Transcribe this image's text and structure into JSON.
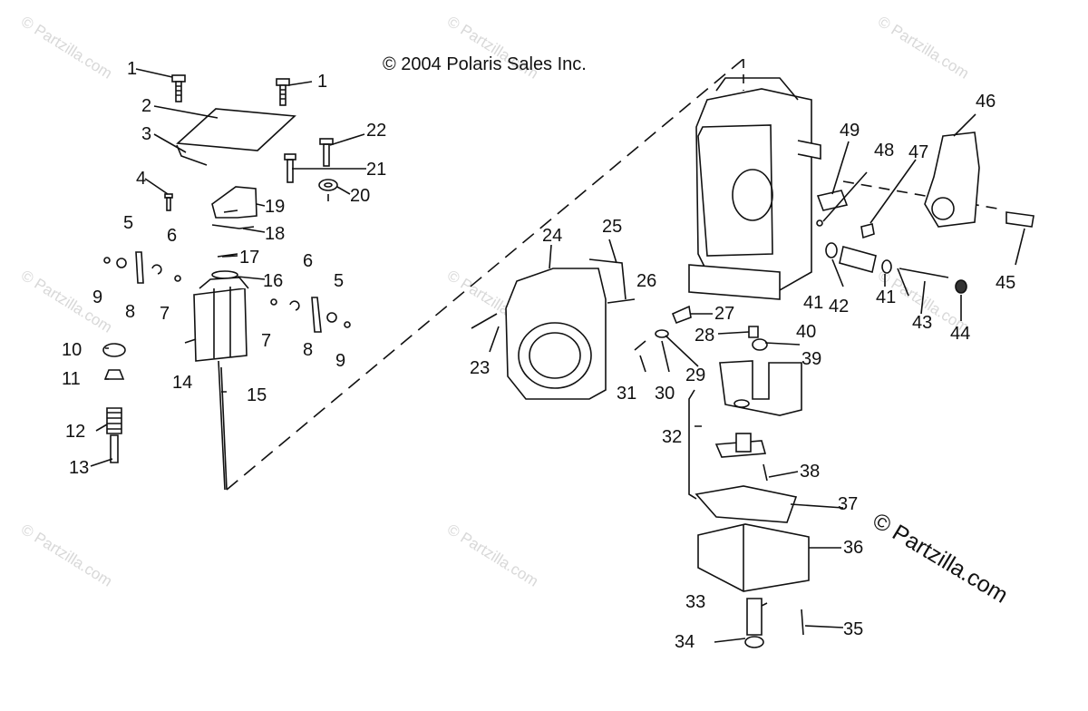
{
  "copyright": "© 2004 Polaris Sales Inc.",
  "brand": "© Partzilla.com",
  "watermark": "© Partzilla.com",
  "callouts": [
    "1",
    "1",
    "2",
    "3",
    "4",
    "5",
    "5",
    "6",
    "6",
    "7",
    "7",
    "8",
    "8",
    "9",
    "9",
    "10",
    "11",
    "12",
    "13",
    "14",
    "15",
    "16",
    "17",
    "18",
    "19",
    "20",
    "21",
    "22",
    "23",
    "24",
    "25",
    "26",
    "27",
    "28",
    "29",
    "30",
    "31",
    "32",
    "33",
    "34",
    "35",
    "36",
    "37",
    "38",
    "39",
    "40",
    "41",
    "41",
    "42",
    "43",
    "44",
    "45",
    "46",
    "47",
    "48",
    "49"
  ]
}
